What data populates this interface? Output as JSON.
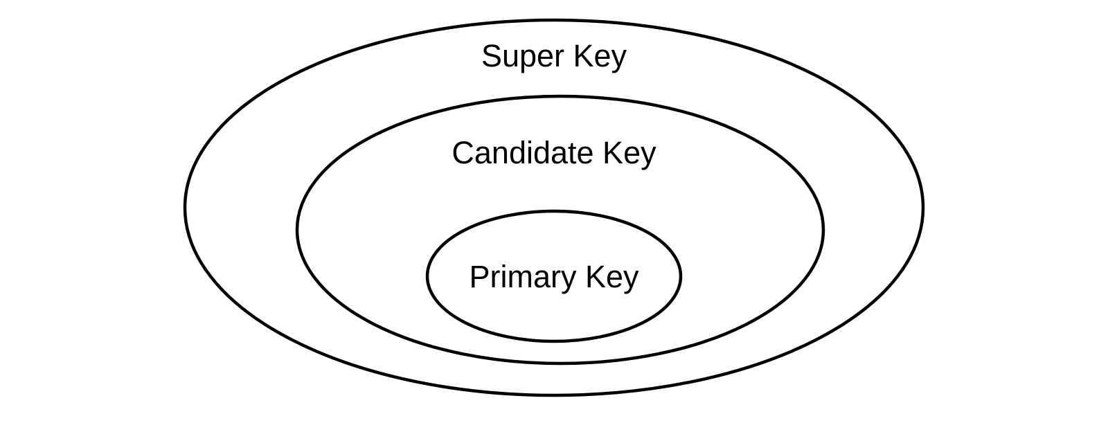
{
  "diagram": {
    "type": "nested-sets",
    "stroke_color": "#000000",
    "background_color": "#ffffff",
    "sets": [
      {
        "id": "super-key",
        "label": "Super Key"
      },
      {
        "id": "candidate-key",
        "label": "Candidate Key"
      },
      {
        "id": "primary-key",
        "label": "Primary Key"
      }
    ]
  }
}
